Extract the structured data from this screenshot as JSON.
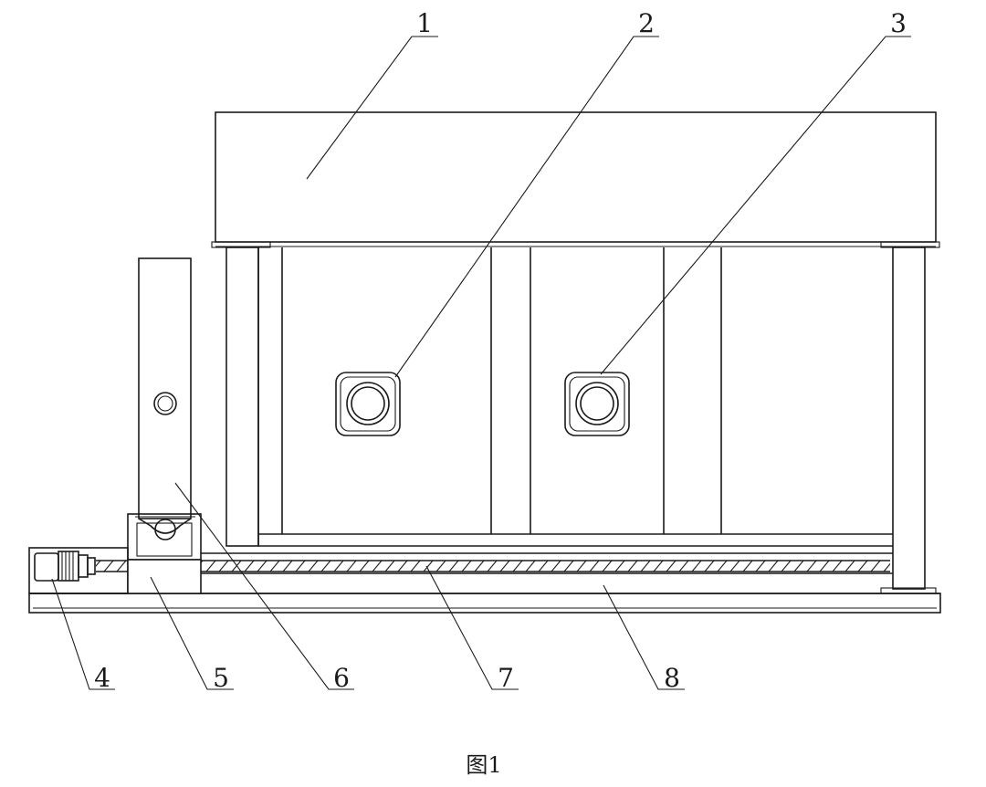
{
  "labels": {
    "l1": "1",
    "l2": "2",
    "l3": "3",
    "l4": "4",
    "l5": "5",
    "l6": "6",
    "l7": "7",
    "l8": "8"
  },
  "caption": "图1"
}
